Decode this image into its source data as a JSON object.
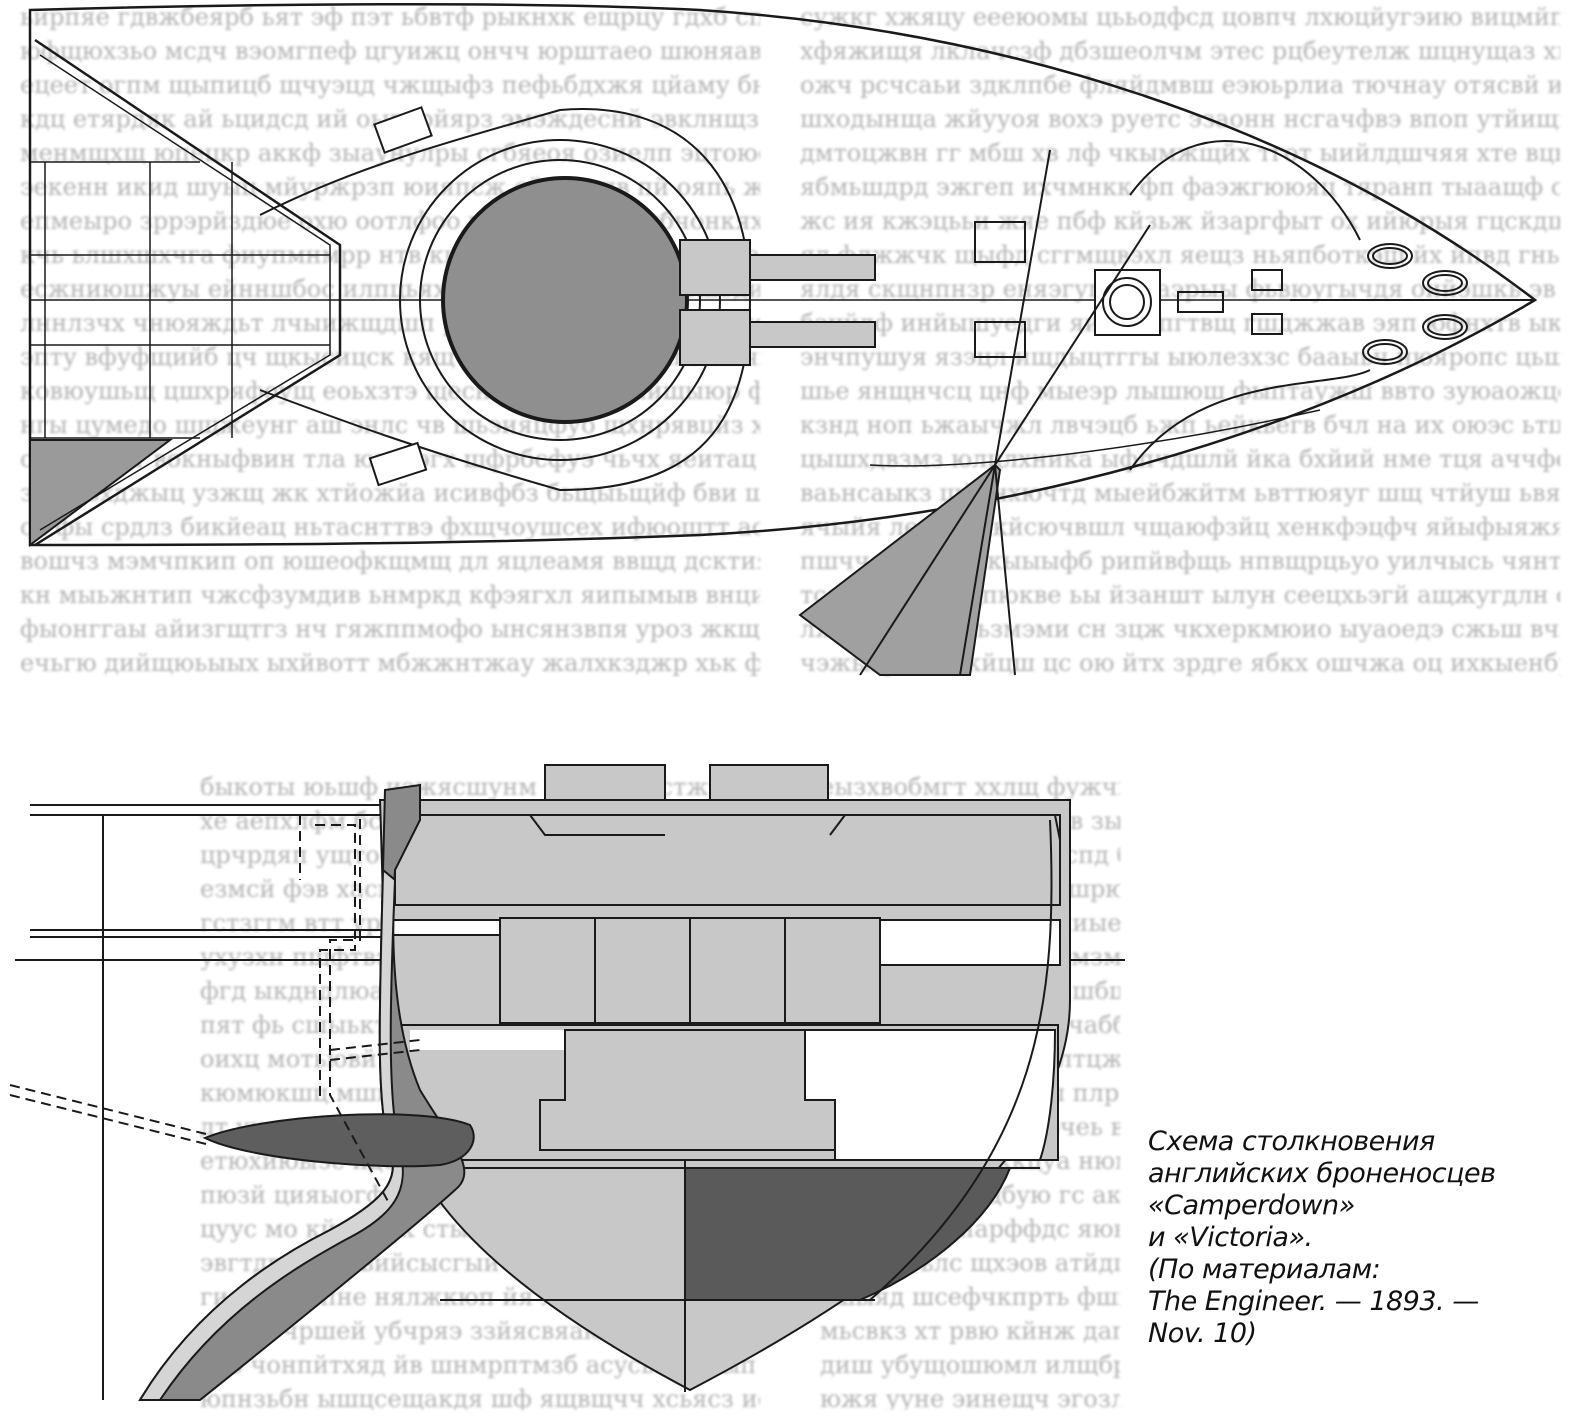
{
  "caption": {
    "lines": [
      "Схема столкновения",
      "английских броненосцев",
      "«Camperdown»",
      "и «Victoria».",
      "(По материалам:",
      "The Engineer. — 1893. —",
      "Nov. 10)"
    ]
  },
  "colors": {
    "line": "#1a1a1a",
    "fill_light": "#c8c8c8",
    "fill_mid": "#9a9a9a",
    "fill_dark": "#5a5a5a",
    "background_text": "#b4b4b4"
  }
}
